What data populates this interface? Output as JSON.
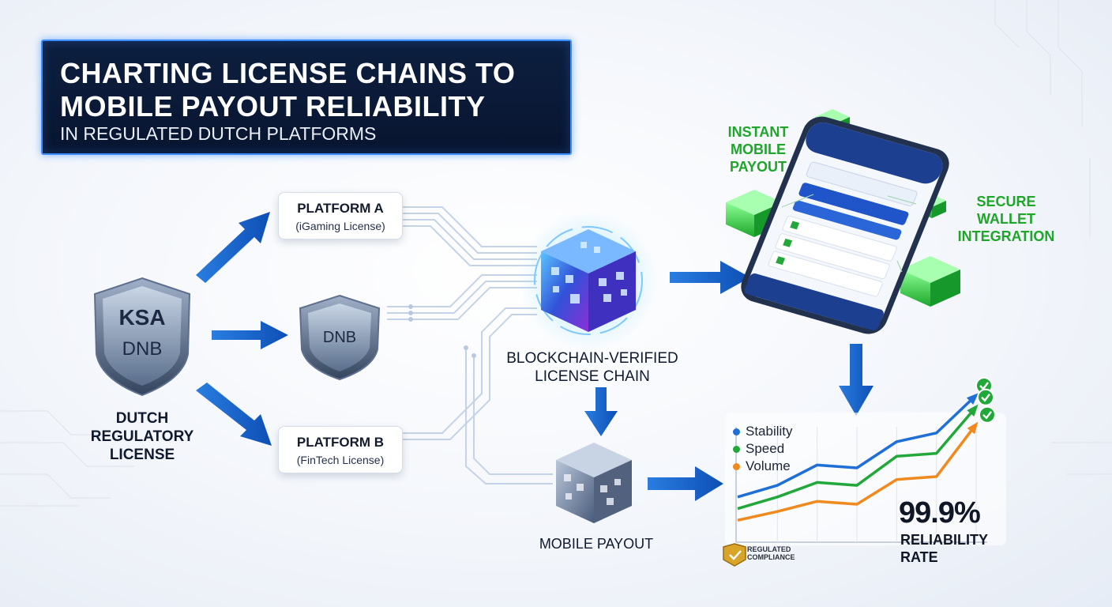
{
  "title": {
    "line1": "CHARTING LICENSE CHAINS TO",
    "line2": "MOBILE PAYOUT RELIABILITY",
    "subtitle": "IN REGULATED DUTCH PLATFORMS"
  },
  "regulator": {
    "shield_top": "KSA",
    "shield_bottom": "DNB",
    "label_lines": [
      "DUTCH",
      "REGULATORY",
      "LICENSE"
    ]
  },
  "middle_shield": {
    "text": "DNB"
  },
  "platforms": [
    {
      "name": "PLATFORM A",
      "license": "(iGaming License)"
    },
    {
      "name": "PLATFORM B",
      "license": "(FinTech License)"
    }
  ],
  "blockchain": {
    "label_lines": [
      "BLOCKCHAIN-VERIFIED",
      "LICENSE CHAIN"
    ]
  },
  "mobile_payout": {
    "label": "MOBILE PAYOUT"
  },
  "features": {
    "instant_lines": [
      "INSTANT",
      "MOBILE",
      "PAYOUT"
    ],
    "secure_lines": [
      "SECURE",
      "WALLET",
      "INTEGRATION"
    ]
  },
  "badge": {
    "lines": [
      "REGULATED",
      "COMPLIANCE"
    ]
  },
  "reliability": {
    "value": "99.9%",
    "label_lines": [
      "RELIABILITY",
      "RATE"
    ]
  },
  "colors": {
    "accent_blue": "#1f6fd6",
    "stability": "#1f6fd6",
    "speed": "#22a83a",
    "volume": "#f0891e",
    "check_green": "#20a83a"
  },
  "chart_data": {
    "type": "line",
    "x": [
      0,
      1,
      2,
      3,
      4,
      5,
      6
    ],
    "ylim": [
      0,
      100
    ],
    "legend_position": "top-left",
    "grid": true,
    "series": [
      {
        "name": "Stability",
        "values": [
          30,
          38,
          52,
          50,
          68,
          74,
          100
        ]
      },
      {
        "name": "Speed",
        "values": [
          22,
          30,
          40,
          38,
          58,
          60,
          92
        ]
      },
      {
        "name": "Volume",
        "values": [
          14,
          20,
          27,
          25,
          42,
          44,
          80
        ]
      }
    ]
  }
}
